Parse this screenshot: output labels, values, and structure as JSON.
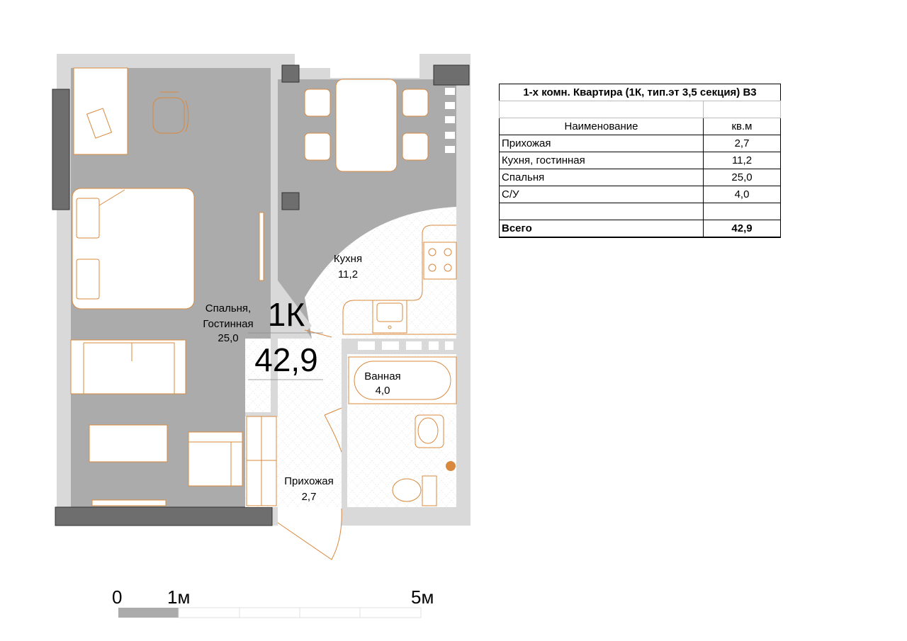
{
  "plan": {
    "apartment_type": "1К",
    "total_area": "42,9",
    "rooms": [
      {
        "name": "Спальня,",
        "name2": "Гостинная",
        "area": "25,0"
      },
      {
        "name": "Кухня",
        "area": "11,2"
      },
      {
        "name": "Ванная",
        "area": "4,0"
      },
      {
        "name": "Прихожая",
        "area": "2,7"
      }
    ],
    "colors": {
      "floor_living": "#ababab",
      "wall": "#d9d9d9",
      "wall_dark": "#6e6e6e",
      "furniture_outline": "#d9893e",
      "tile_floor": "#ffffff"
    }
  },
  "scale": {
    "labels": [
      "0",
      "1м",
      "5м"
    ]
  },
  "table": {
    "title": "1-х комн. Квартира (1К, тип.эт 3,5 секция) В3",
    "headers": [
      "Наименование",
      "кв.м"
    ],
    "rows": [
      {
        "name": "Прихожая",
        "value": "2,7"
      },
      {
        "name": "Кухня, гостинная",
        "value": "11,2"
      },
      {
        "name": "Спальня",
        "value": "25,0"
      },
      {
        "name": "С/У",
        "value": "4,0"
      },
      {
        "name": "",
        "value": ""
      }
    ],
    "total": {
      "name": "Всего",
      "value": "42,9"
    }
  }
}
